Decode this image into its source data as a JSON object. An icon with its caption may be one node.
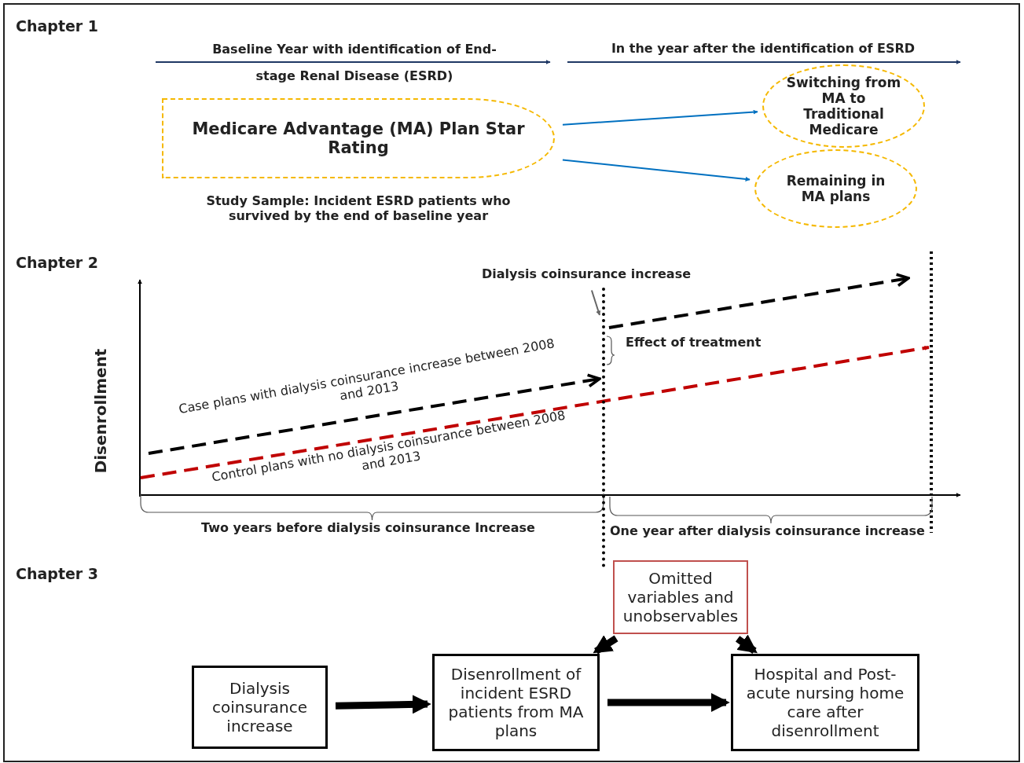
{
  "diagram": {
    "nodes": [
      {
        "text": [
          "Medicare Advantage (MA) Plan Star Rating"
        ]
      },
      {
        "text": [
          "Switching from MA to Traditional Medicare"
        ]
      },
      {
        "text": [
          "Remaining in MA plans"
        ]
      },
      {
        "text": [
          "Omitted variables and unobservables"
        ]
      },
      {
        "text": [
          "Dialysis coinsurance increase"
        ]
      },
      {
        "text": [
          "Disenrollment of incident ESRD patients from MA plans"
        ]
      },
      {
        "text": [
          "Hospital and Post-acute nursing home care after disenrollment"
        ]
      },
      {
        "text": [
          "Dialysis coinsurance increase"
        ]
      },
      {
        "text": [],
        "shape": "line"
      }
    ],
    "edges": [
      {
        "from": 0,
        "to": 1,
        "arrow": "to",
        "color": "#0070c0"
      },
      {
        "from": 0,
        "to": 2,
        "arrow": "to",
        "color": "#0070c0"
      },
      {
        "from": 4,
        "to": 5,
        "arrow": "to",
        "style": "thick"
      },
      {
        "from": 5,
        "to": 6,
        "arrow": "to",
        "style": "thick"
      },
      {
        "from": 3,
        "to": 5,
        "arrow": "to",
        "style": "thick"
      },
      {
        "from": 3,
        "to": 6,
        "arrow": "to",
        "style": "thick"
      },
      {
        "from": 7,
        "to": 8,
        "arrow": "to",
        "color": "#666666"
      },
      {
        "from": null,
        "to": 8,
        "arrow": "to",
        "style": "dashed"
      },
      {
        "from": 8,
        "to": null,
        "arrow": "to",
        "style": "dashed"
      }
    ],
    "labels": [
      "Chapter 1",
      "Baseline Year with identification of End-stage Renal Disease (ESRD)",
      "In the year after the identification of ESRD",
      "Study Sample: Incident ESRD patients who survived by the end of baseline year",
      "Chapter 2",
      "Disenrollment",
      "Case plans with dialysis coinsurance increase between 2008 and 2013",
      "Effect of treatment",
      "Control plans with no dialysis coinsurance between 2008 and 2013",
      "Two years before dialysis coinsurance Increase",
      "One year after dialysis coinsurance increase",
      "Chapter 3"
    ]
  }
}
